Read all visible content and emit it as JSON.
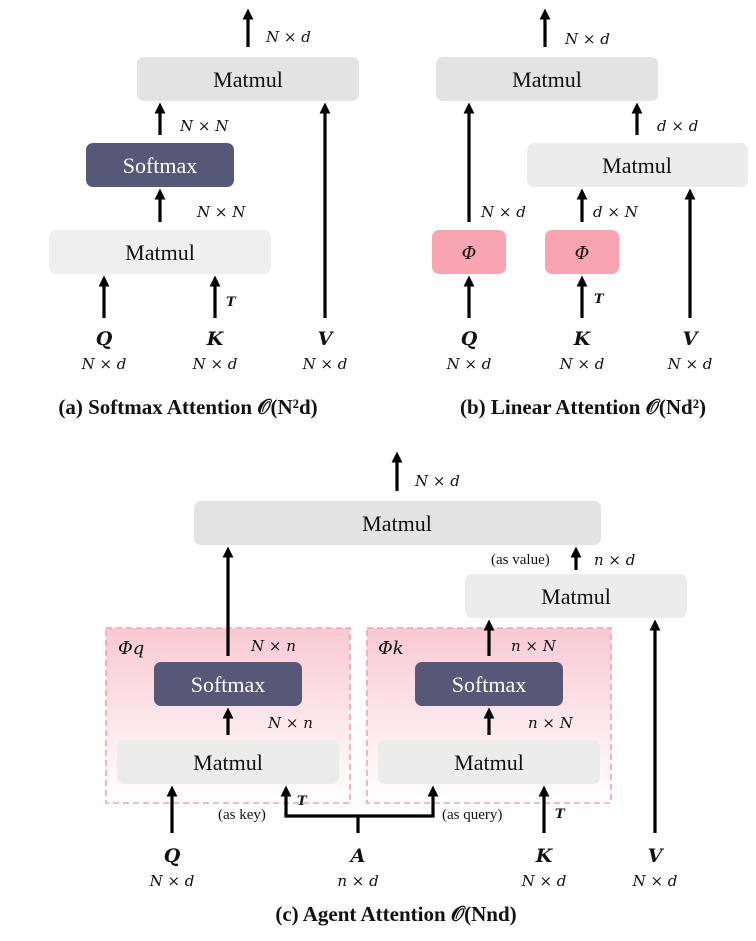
{
  "colors": {
    "matmul": "#e6e6e6",
    "matmul_light": "#efefef",
    "softmax": "#575778",
    "phi": "#f8a5b1",
    "agent_region": "#fce3e8",
    "agent_border": "#f3a2b2"
  },
  "panel_a": {
    "out_dim": "N × d",
    "matmul_top": "Matmul",
    "dim_nn_1": "N × N",
    "softmax": "Softmax",
    "dim_nn_2": "N × N",
    "matmul_bottom": "Matmul",
    "transpose": "T",
    "q": "Q",
    "q_dim": "N × d",
    "k": "K",
    "k_dim": "N × d",
    "v": "V",
    "v_dim": "N × d",
    "caption": "(a) Softmax Attention 𝒪(N²d)"
  },
  "panel_b": {
    "out_dim": "N × d",
    "matmul_top": "Matmul",
    "dim_dd": "d × d",
    "matmul_mid": "Matmul",
    "dim_nd": "N × d",
    "dim_dn": "d × N",
    "phi_q": "Φ",
    "phi_k": "Φ",
    "transpose": "T",
    "q": "Q",
    "q_dim": "N × d",
    "k": "K",
    "k_dim": "N × d",
    "v": "V",
    "v_dim": "N × d",
    "caption": "(b) Linear Attention 𝒪(Nd²)"
  },
  "panel_c": {
    "out_dim": "N × d",
    "matmul_top": "Matmul",
    "as_value": "(as value)",
    "dim_nd_small": "n × d",
    "matmul_right": "Matmul",
    "phi_q_label": "Φq",
    "phi_k_label": "Φk",
    "dim_Nn_top": "N × n",
    "softmax_q": "Softmax",
    "dim_Nn_mid": "N × n",
    "matmul_q": "Matmul",
    "dim_nN_top": "n × N",
    "softmax_k": "Softmax",
    "dim_nN_mid": "n × N",
    "matmul_k": "Matmul",
    "as_key": "(as key)",
    "as_query": "(as query)",
    "transpose_1": "T",
    "transpose_2": "T",
    "q": "Q",
    "q_dim": "N × d",
    "a": "A",
    "a_dim": "n × d",
    "k": "K",
    "k_dim": "N × d",
    "v": "V",
    "v_dim": "N × d",
    "caption": "(c) Agent Attention 𝒪(Nnd)"
  }
}
